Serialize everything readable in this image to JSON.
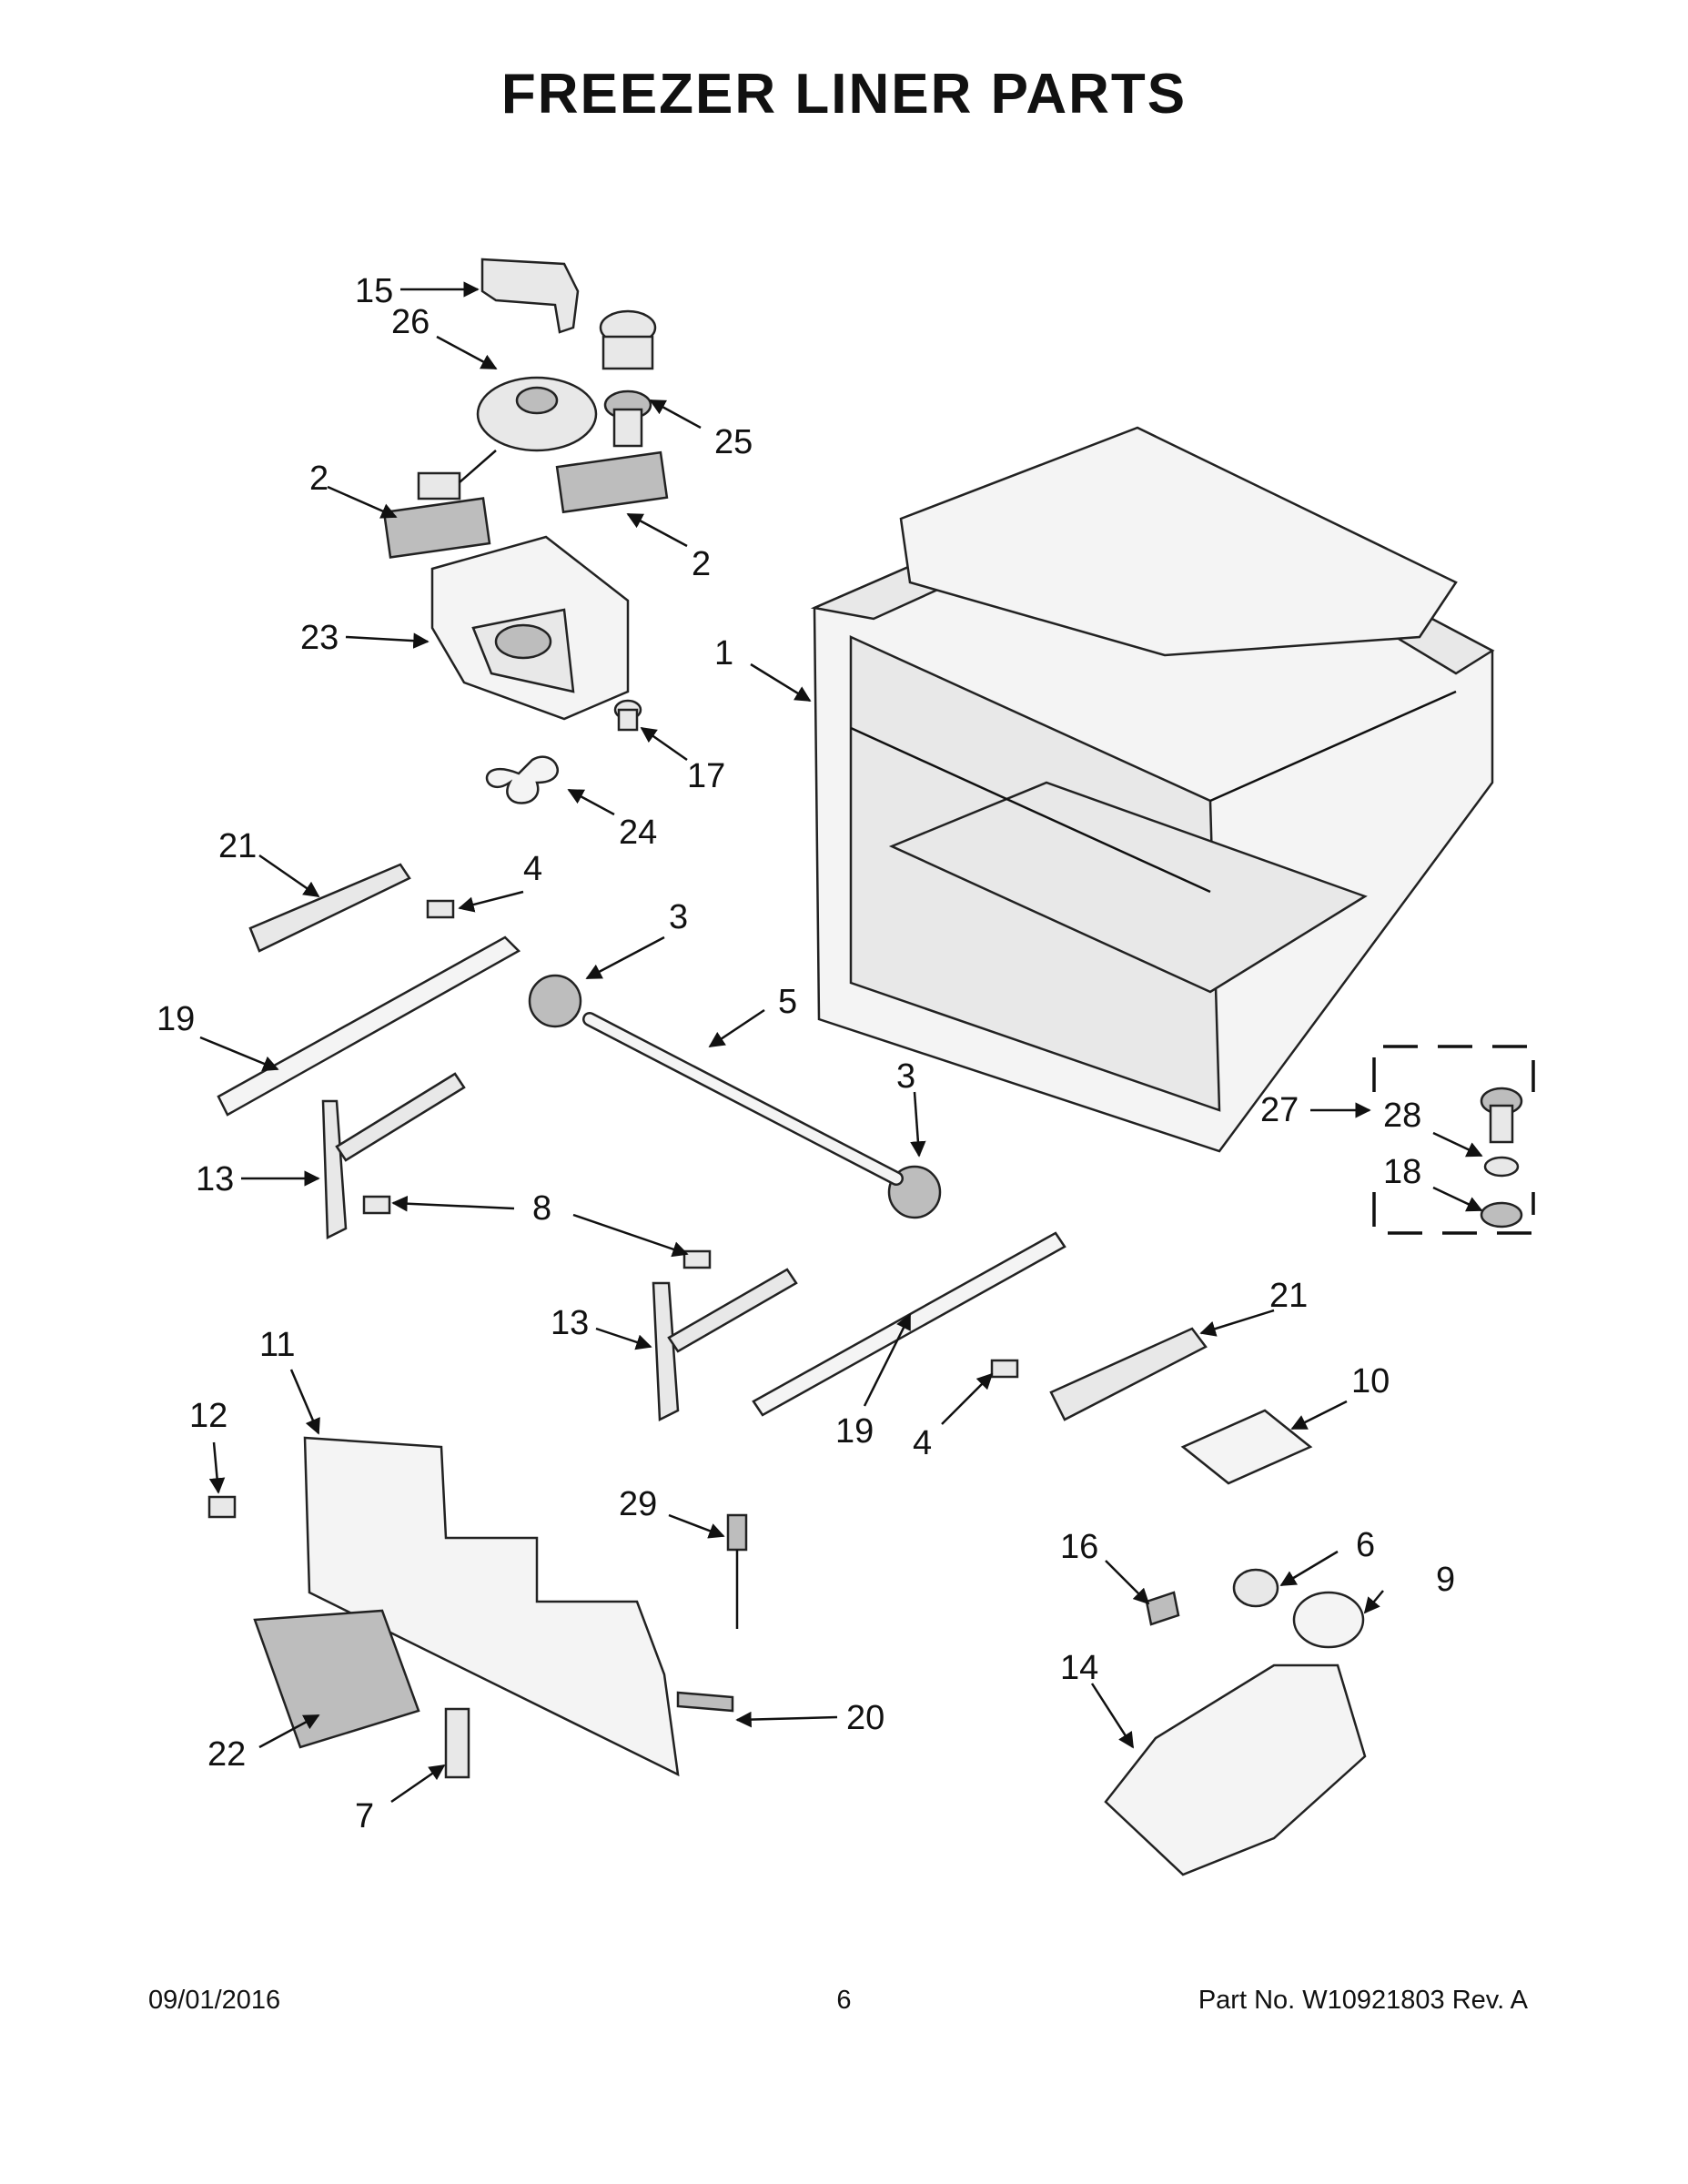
{
  "title": "FREEZER LINER PARTS",
  "footer": {
    "date": "09/01/2016",
    "page": "6",
    "part_number": "Part No.  W10921803  Rev.  A"
  },
  "callouts": [
    "15",
    "26",
    "25",
    "2",
    "2",
    "23",
    "1",
    "17",
    "24",
    "21",
    "4",
    "3",
    "5",
    "19",
    "3",
    "27",
    "28",
    "18",
    "13",
    "8",
    "13",
    "21",
    "11",
    "12",
    "19",
    "4",
    "10",
    "29",
    "16",
    "6",
    "9",
    "14",
    "20",
    "22",
    "7"
  ]
}
